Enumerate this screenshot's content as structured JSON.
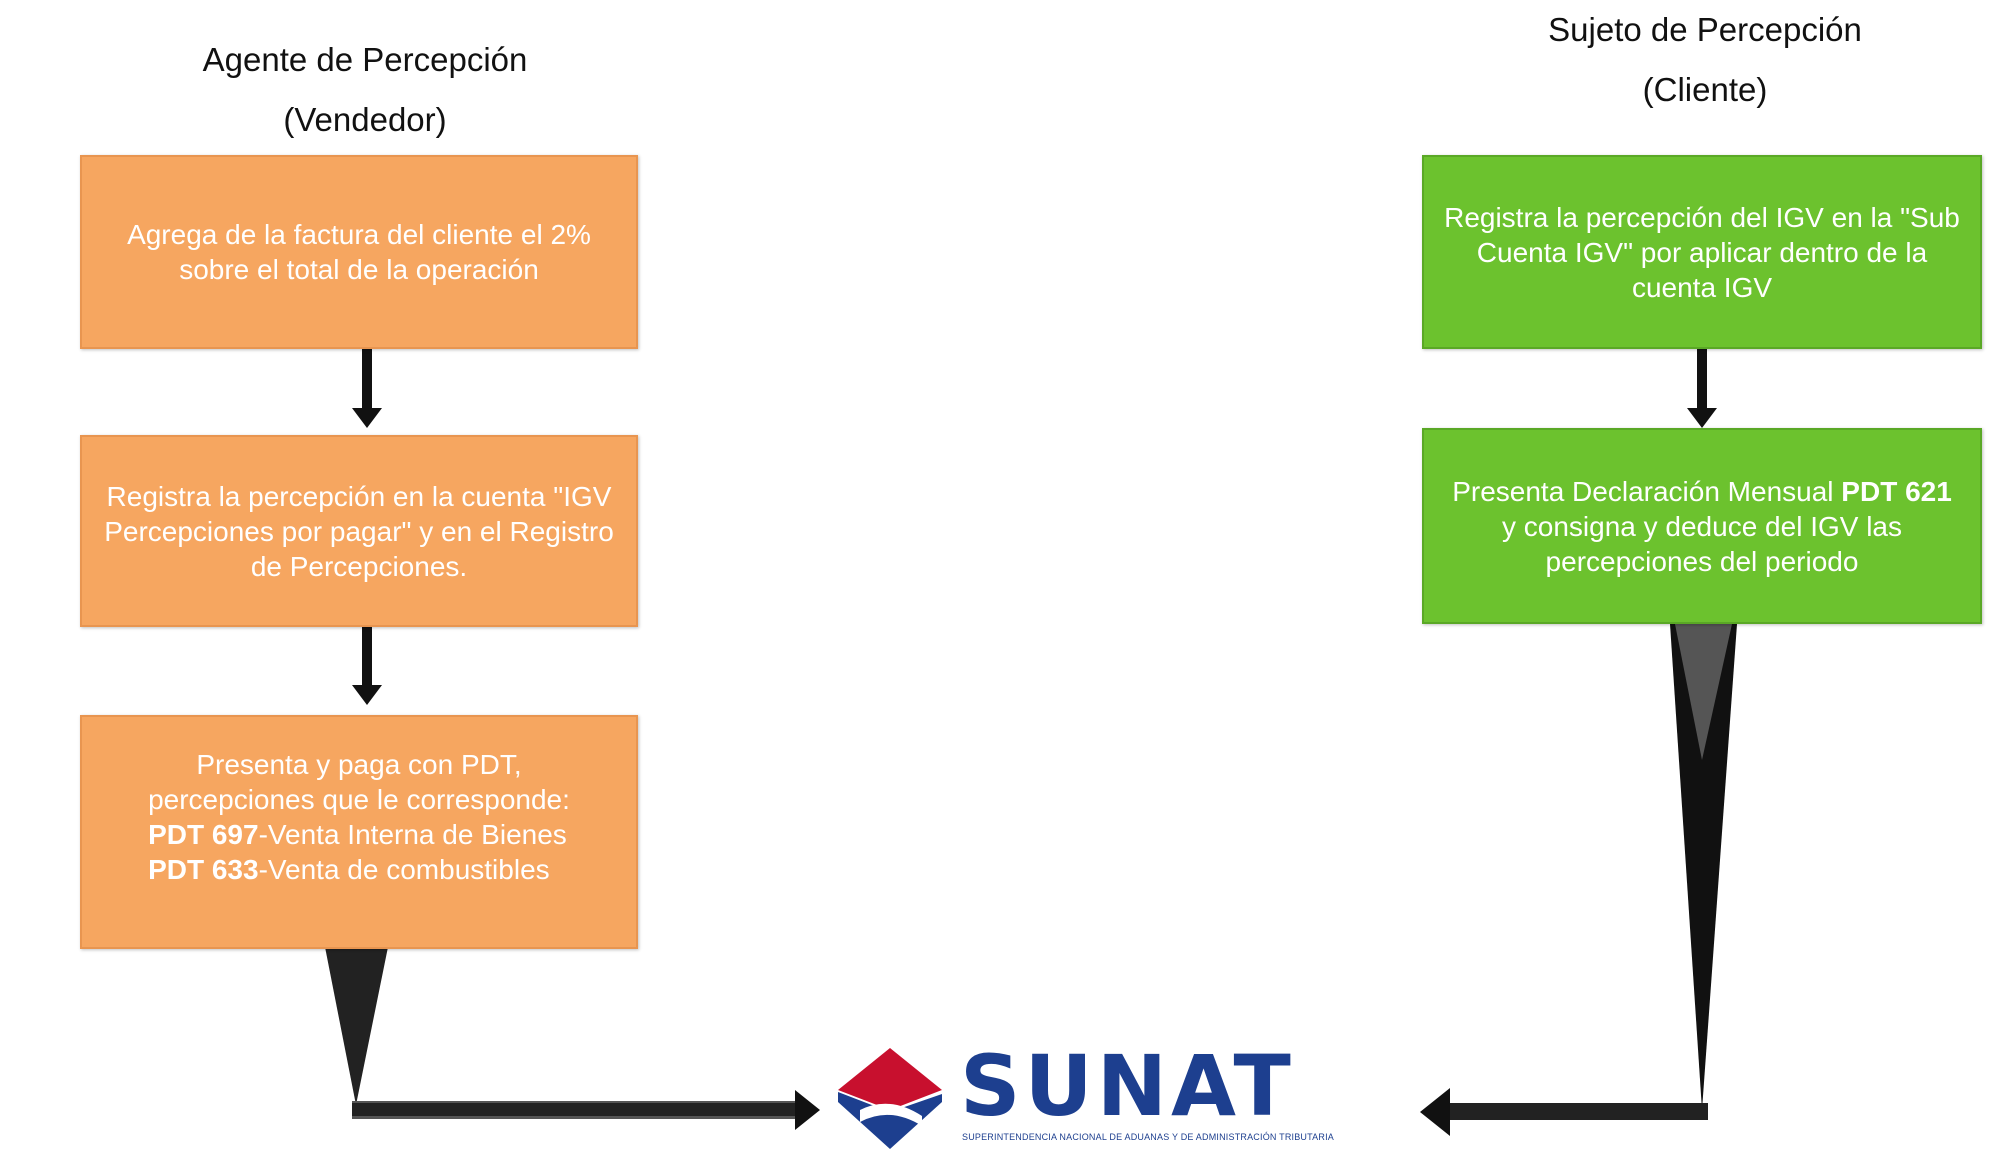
{
  "left_column": {
    "title_line1": "Agente de Percepción",
    "title_line2": "(Vendedor)",
    "box1": {
      "text": "Agrega de la factura del cliente el 2% sobre el total de la operación"
    },
    "box2": {
      "text": "Registra la percepción en la cuenta \"IGV Percepciones por pagar\" y en el Registro de Percepciones."
    },
    "box3": {
      "line1": "Presenta y paga con PDT,",
      "line2": "percepciones que le corresponde:",
      "item1_code": "PDT 697",
      "item1_text": "-Venta Interna de Bienes",
      "item2_code": "PDT 633",
      "item2_text": "-Venta de combustibles"
    }
  },
  "right_column": {
    "title_line1": "Sujeto de Percepción",
    "title_line2": "(Cliente)",
    "box1": {
      "text": "Registra la percepción del IGV en la \"Sub Cuenta IGV\" por aplicar dentro de la cuenta IGV"
    },
    "box2": {
      "pre": "Presenta Declaración Mensual ",
      "bold": "PDT 621",
      "post": " y consigna y deduce del IGV las percepciones del periodo"
    }
  },
  "logo": {
    "wordmark": "SUNAT",
    "subtitle": "SUPERINTENDENCIA NACIONAL DE ADUANAS Y DE ADMINISTRACIÓN TRIBUTARIA"
  },
  "colors": {
    "agent_box": "#f6a660",
    "subject_box": "#6cc22e",
    "arrow": "#111111",
    "logo_blue": "#1d3f8f",
    "logo_red": "#c8102e"
  }
}
